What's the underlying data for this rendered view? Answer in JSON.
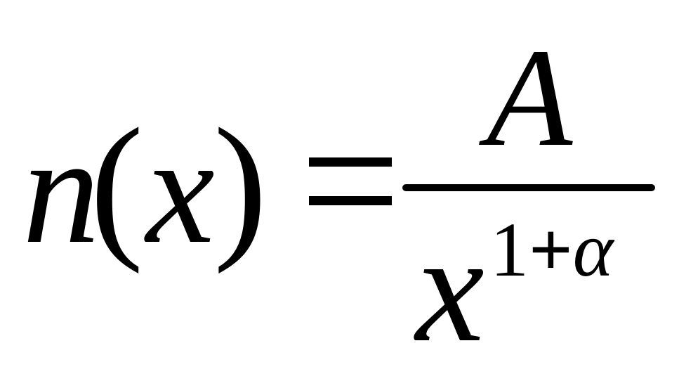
{
  "formula": {
    "lhs": {
      "function": "n",
      "open_paren": "(",
      "variable": "x",
      "close_paren": ")"
    },
    "equals": "=",
    "fraction": {
      "numerator": "A",
      "denominator": {
        "base": "x",
        "exponent": {
          "one": "1",
          "plus": "+",
          "alpha": "α"
        }
      }
    }
  }
}
